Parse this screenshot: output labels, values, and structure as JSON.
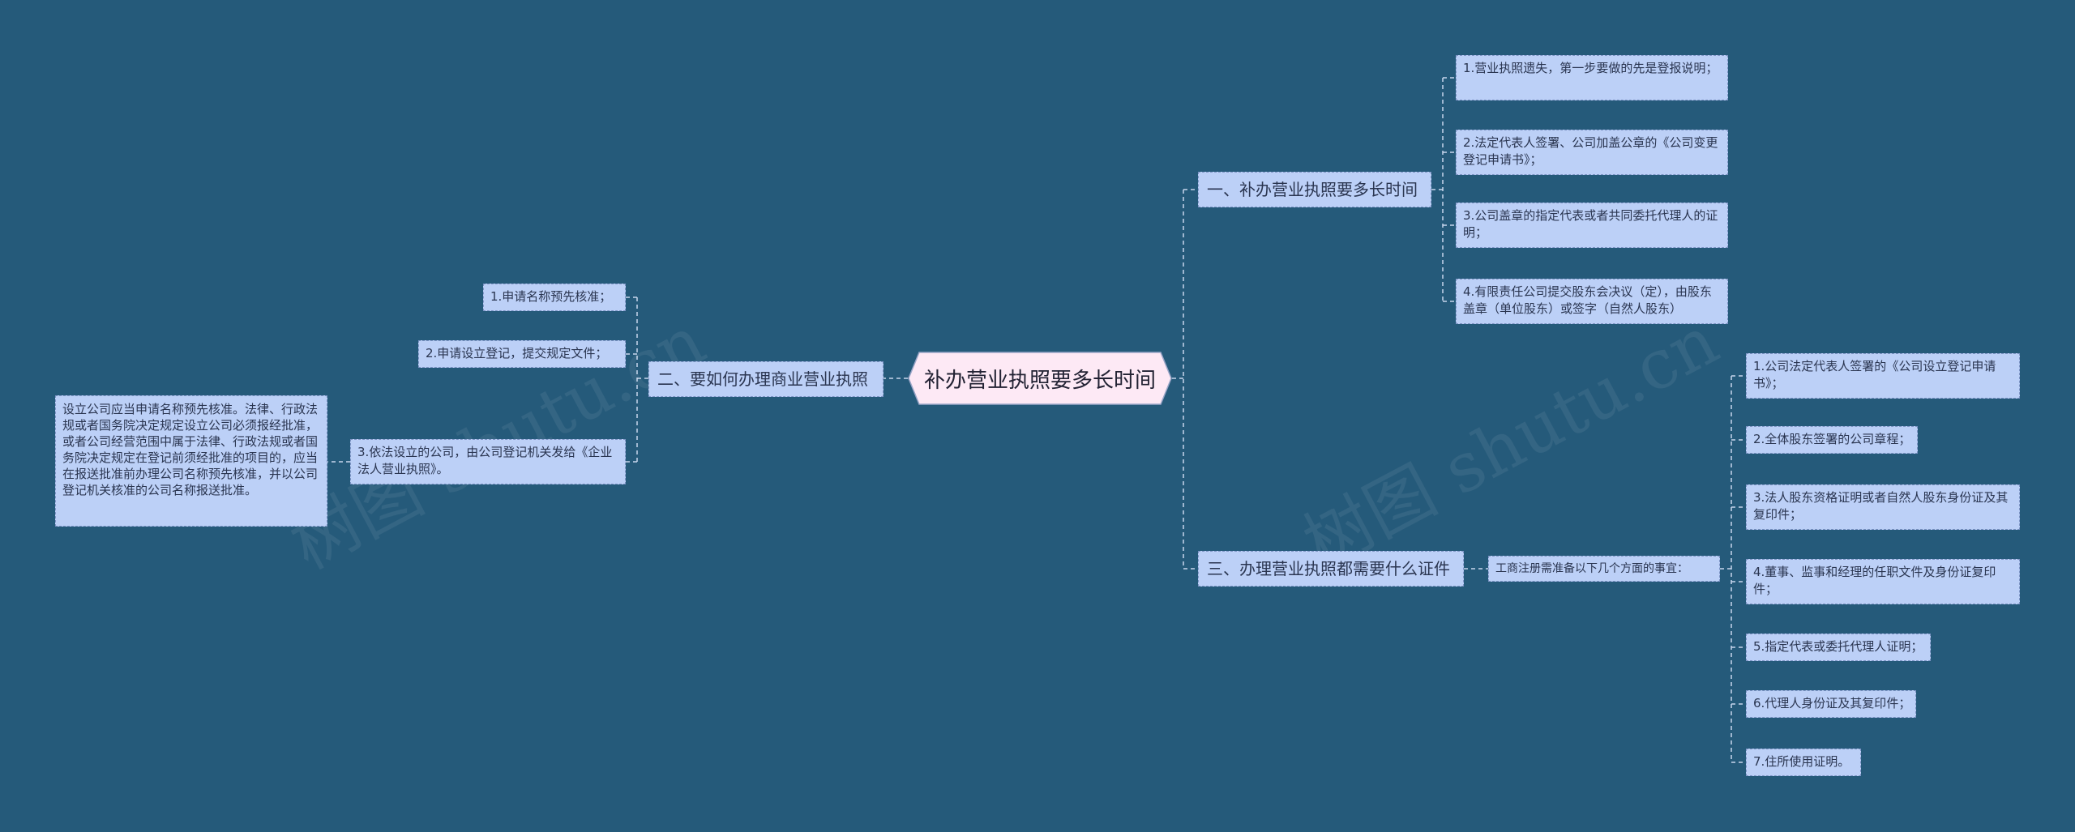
{
  "root": {
    "label": "补办营业执照要多长时间"
  },
  "branches": {
    "b1": {
      "label": "一、补办营业执照要多长时间",
      "children": [
        "1.营业执照遗失，第一步要做的先是登报说明；",
        "2.法定代表人签署、公司加盖公章的《公司变更登记申请书》；",
        "3.公司盖章的指定代表或者共同委托代理人的证明；",
        "4.有限责任公司提交股东会决议（定），由股东盖章（单位股东）或签字（自然人股东）"
      ]
    },
    "b2": {
      "label": "二、要如何办理商业营业执照",
      "children": [
        "1.申请名称预先核准；",
        "2.申请设立登记，提交规定文件；",
        "3.依法设立的公司，由公司登记机关发给《企业法人营业执照》。"
      ],
      "note": "设立公司应当申请名称预先核准。法律、行政法规或者国务院决定规定设立公司必须报经批准，或者公司经营范围中属于法律、行政法规或者国务院决定规定在登记前须经批准的项目的，应当在报送批准前办理公司名称预先核准，并以公司登记机关核准的公司名称报送批准。"
    },
    "b3": {
      "label": "三、办理营业执照都需要什么证件",
      "mid": "工商注册需准备以下几个方面的事宜：",
      "children": [
        "1.公司法定代表人签署的《公司设立登记申请书》；",
        "2.全体股东签署的公司章程；",
        "3.法人股东资格证明或者自然人股东身份证及其复印件；",
        "4.董事、监事和经理的任职文件及身份证复印件；",
        "5.指定代表或委托代理人证明；",
        "6.代理人身份证及其复印件；",
        "7.住所使用证明。"
      ]
    }
  },
  "watermark": "树图 shutu.cn",
  "colors": {
    "background": "#255a7a",
    "node_fill": "#bcd0f7",
    "node_border": "#7c93c4",
    "root_fill": "#fde9f5",
    "link": "#c8d6ec"
  }
}
